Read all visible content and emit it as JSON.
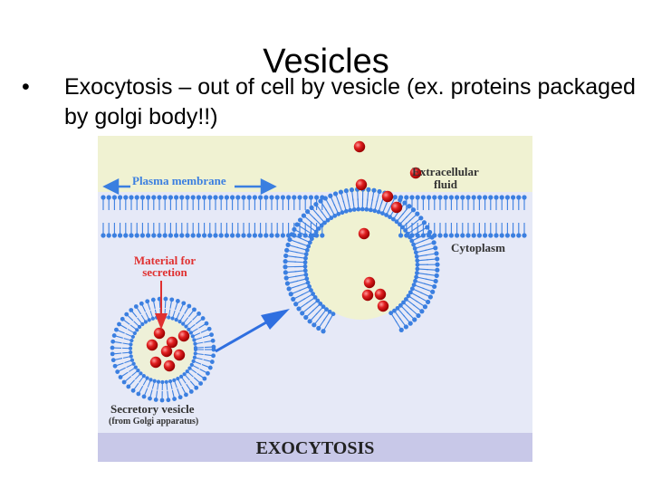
{
  "slide": {
    "title": "Vesicles",
    "bullet_symbol": "•",
    "bullet_text": "Exocytosis – out of cell by vesicle (ex. proteins packaged by golgi body!!)"
  },
  "figure": {
    "labels": {
      "plasma_membrane": "Plasma membrane",
      "extracellular_1": "Extracellular",
      "extracellular_2": "fluid",
      "cytoplasm": "Cytoplasm",
      "material_1": "Material for",
      "material_2": "secretion",
      "vesicle_1": "Secretory vesicle",
      "vesicle_2": "(from Golgi apparatus)",
      "caption": "EXOCYTOSIS"
    },
    "colors": {
      "extracellular_bg": "#f0f2d2",
      "cytoplasm_bg": "#e6e9f7",
      "caption_bg": "#c8c8e8",
      "membrane_blue": "#3b7fe0",
      "particle_red": "#e02020",
      "label_red": "#e03030",
      "arrow_blue": "#2f6fe0"
    }
  }
}
